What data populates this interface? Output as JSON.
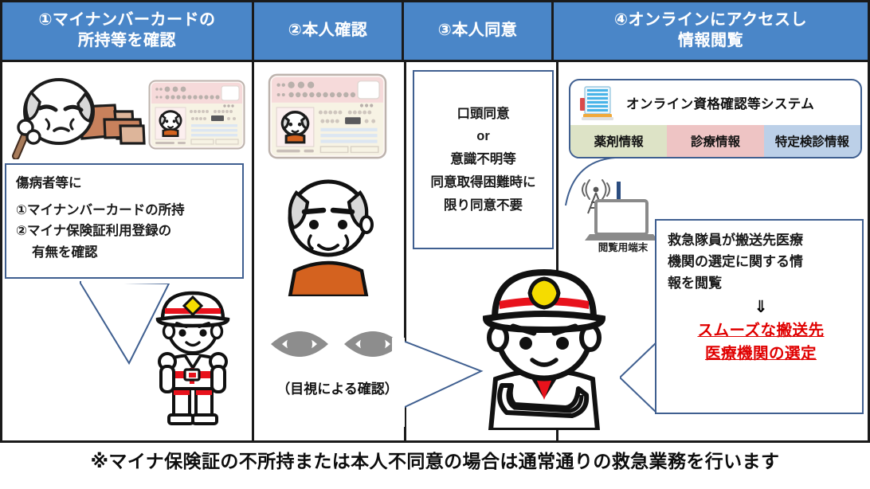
{
  "header": {
    "columns": [
      {
        "id": "col1",
        "label": "①マイナンバーカードの\n所持等を確認",
        "line1": "①マイナンバーカードの",
        "line2": "所持等を確認"
      },
      {
        "id": "col2",
        "label": "②本人確認",
        "line1": "②本人確認",
        "line2": ""
      },
      {
        "id": "col3",
        "label": "③本人同意",
        "line1": "③本人同意",
        "line2": ""
      },
      {
        "id": "col4",
        "label": "④オンラインにアクセスし\n情報閲覧",
        "line1": "④オンラインにアクセスし",
        "line2": "情報閲覧"
      }
    ],
    "background_color": "#4a86c8",
    "text_color": "#ffffff"
  },
  "column1": {
    "illustration_injured": "elderly-person-lying-down-with-cane",
    "illustration_card": "my-number-card",
    "illustration_emt": "emergency-responder-standing",
    "callout": {
      "intro": "傷病者等に",
      "item1": "①マイナンバーカードの所持",
      "item2": "②マイナ保険証利用登録の",
      "item2_cont": "有無を確認"
    }
  },
  "column2": {
    "illustration_card": "my-number-card",
    "illustration_person": "elderly-person-face",
    "illustration_eyes": "pair-of-eyes",
    "eyes_caption": "（目視による確認）"
  },
  "column3": {
    "callout": {
      "line1": "口頭同意",
      "line2": "or",
      "line3": "意識不明等",
      "line4": "同意取得困難時に",
      "line5": "限り同意不要"
    },
    "illustration_emt_center": "emergency-responder-arms-crossed"
  },
  "column4": {
    "system_box": {
      "icon": "server-rack-icon",
      "title": "オンライン資格確認等システム",
      "tags": [
        {
          "label": "薬剤情報",
          "color": "#dde3c6"
        },
        {
          "label": "診療情報",
          "color": "#eec4c4"
        },
        {
          "label": "特定検診情報",
          "color": "#bcd0e8"
        }
      ]
    },
    "terminal": {
      "icon": "laptop-with-antenna-icon",
      "label": "閲覧用端末"
    },
    "callout": {
      "line1": "救急隊員が搬送先医療",
      "line2": "機関の選定に関する情",
      "line3": "報を閲覧",
      "arrow": "⇓",
      "result_line1": "スムーズな搬送先",
      "result_line2": "医療機関の選定",
      "result_color": "#e00000"
    }
  },
  "footer": {
    "note": "※マイナ保険証の不所持または本人不同意の場合は通常通りの救急業務を行います"
  },
  "colors": {
    "header_blue": "#4a86c8",
    "border_dark": "#1a1a1a",
    "callout_border": "#3f5f90",
    "accent_red": "#e00000",
    "helmet_red": "#e8121c",
    "helmet_yellow": "#f5dc00"
  }
}
